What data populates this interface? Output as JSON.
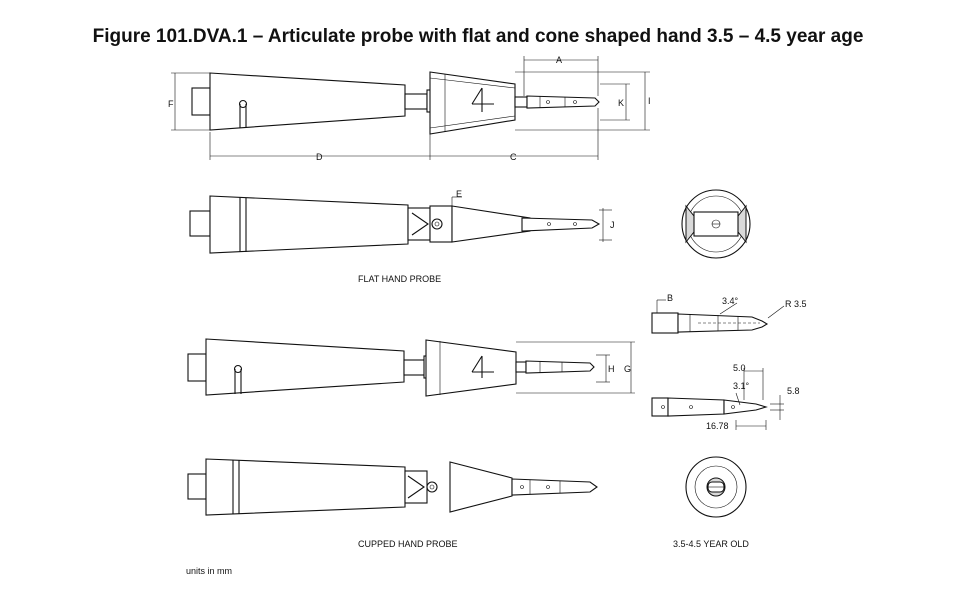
{
  "figure": {
    "title": "Figure 101.DVA.1 – Articulate probe with flat and cone shaped hand 3.5 – 4.5 year age",
    "units_note": "units in mm"
  },
  "captions": {
    "flat": "FLAT HAND PROBE",
    "cupped": "CUPPED HAND PROBE",
    "age": "3.5-4.5 YEAR OLD"
  },
  "dimension_labels": {
    "A": "A",
    "B": "B",
    "C": "C",
    "D": "D",
    "E": "E",
    "F": "F",
    "G": "G",
    "H": "H",
    "I": "I",
    "J": "J",
    "K": "K"
  },
  "detail_values": {
    "angle_top": "3.4°",
    "radius": "R 3.5",
    "angle_bottom": "3.1°",
    "width": "5.0",
    "height": "5.8",
    "length": "16.78"
  }
}
